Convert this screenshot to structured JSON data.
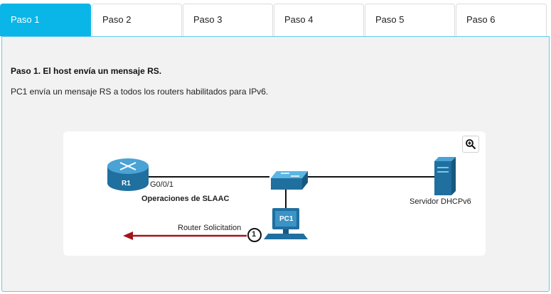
{
  "tabs": [
    {
      "label": "Paso 1",
      "active": true
    },
    {
      "label": "Paso 2",
      "active": false
    },
    {
      "label": "Paso 3",
      "active": false
    },
    {
      "label": "Paso 4",
      "active": false
    },
    {
      "label": "Paso 5",
      "active": false
    },
    {
      "label": "Paso 6",
      "active": false
    }
  ],
  "step": {
    "title": "Paso 1. El host envía un mensaje RS.",
    "description": "PC1 envía un mensaje RS a todos los routers habilitados para IPv6."
  },
  "diagram": {
    "router_name": "R1",
    "router_interface": "G0/0/1",
    "process_label": "Operaciones de SLAAC",
    "server_label": "Servidor DHCPv6",
    "pc_name": "PC1",
    "message_label": "Router Solicitation",
    "message_number": "1",
    "zoom_icon": "zoom-in-icon",
    "colors": {
      "accent_tab": "#0ab6e8",
      "message_arrow": "#a3141d",
      "device_blue": "#1a7bb0"
    }
  }
}
